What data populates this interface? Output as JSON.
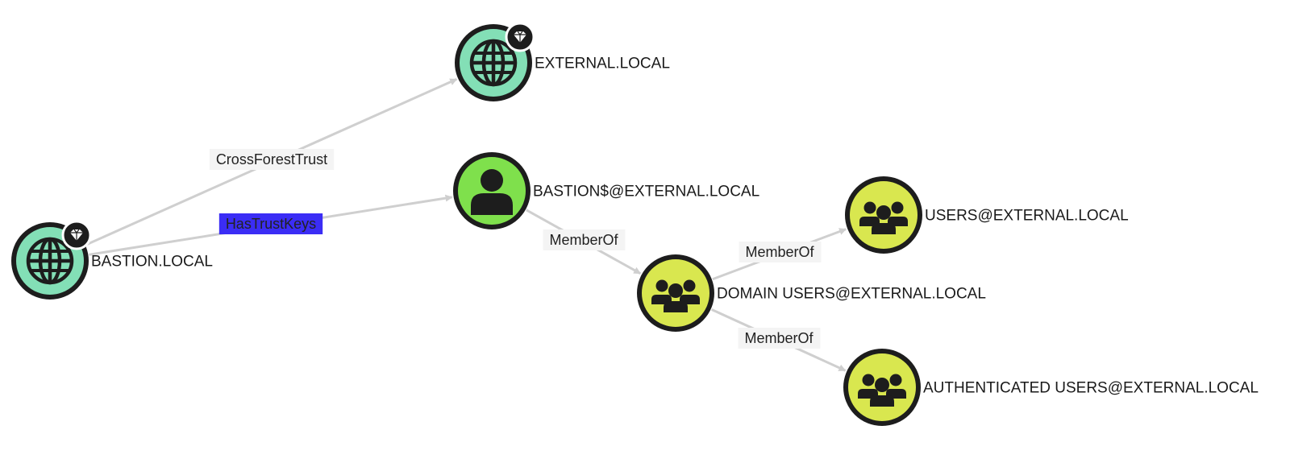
{
  "colors": {
    "domain_fill": "#83dfb6",
    "computer_fill": "#7fe04c",
    "group_fill": "#d9e74f",
    "node_stroke": "#1d1d1d",
    "edge_stroke": "#cfcfcf",
    "edge_label_bg": "#f4f4f4",
    "selected_edge_bg": "#3b2df5",
    "selected_edge_text": "#ffffff",
    "tier_badge_fill": "#1d1d1d"
  },
  "nodes": [
    {
      "id": "bastion-local",
      "label": "BASTION.LOCAL",
      "type": "domain",
      "icon": "globe-icon",
      "tier_zero": true
    },
    {
      "id": "external-local",
      "label": "EXTERNAL.LOCAL",
      "type": "domain",
      "icon": "globe-icon",
      "tier_zero": true
    },
    {
      "id": "bastion-computer",
      "label": "BASTION$@EXTERNAL.LOCAL",
      "type": "computer",
      "icon": "user-icon",
      "tier_zero": false
    },
    {
      "id": "domain-users",
      "label": "DOMAIN USERS@EXTERNAL.LOCAL",
      "type": "group",
      "icon": "group-icon",
      "tier_zero": false
    },
    {
      "id": "users",
      "label": "USERS@EXTERNAL.LOCAL",
      "type": "group",
      "icon": "group-icon",
      "tier_zero": false
    },
    {
      "id": "authenticated-users",
      "label": "AUTHENTICATED USERS@EXTERNAL.LOCAL",
      "type": "group",
      "icon": "group-icon",
      "tier_zero": false
    }
  ],
  "edges": [
    {
      "id": "e1",
      "from": "bastion-local",
      "to": "external-local",
      "label": "CrossForestTrust",
      "selected": false
    },
    {
      "id": "e2",
      "from": "bastion-local",
      "to": "bastion-computer",
      "label": "HasTrustKeys",
      "selected": true
    },
    {
      "id": "e3",
      "from": "bastion-computer",
      "to": "domain-users",
      "label": "MemberOf",
      "selected": false
    },
    {
      "id": "e4",
      "from": "domain-users",
      "to": "users",
      "label": "MemberOf",
      "selected": false
    },
    {
      "id": "e5",
      "from": "domain-users",
      "to": "authenticated-users",
      "label": "MemberOf",
      "selected": false
    }
  ]
}
